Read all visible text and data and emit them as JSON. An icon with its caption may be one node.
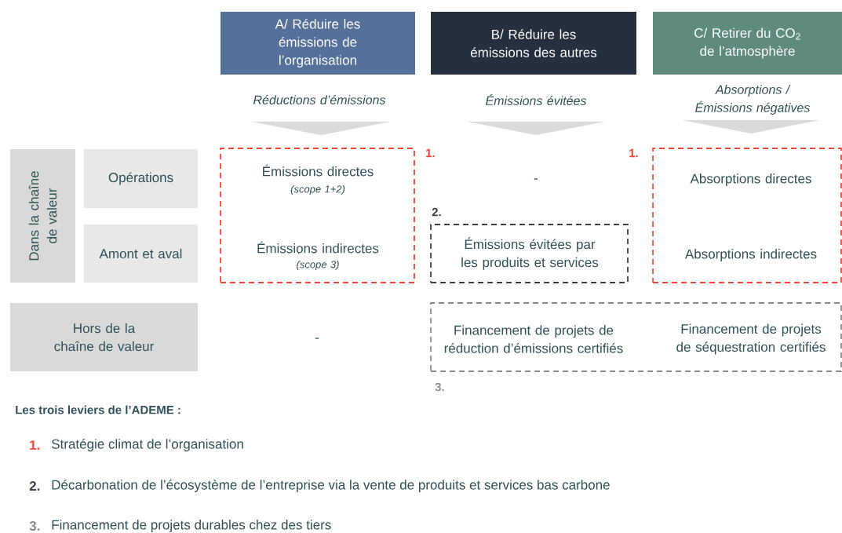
{
  "diagram": {
    "nodes": [
      {
        "text": [
          "A/ Réduire les émissions de l’organisation"
        ]
      },
      {
        "text": [
          "B/ Réduire les émissions des autres"
        ]
      },
      {
        "text": [
          "C/ Retirer du CO$_{2}$ de l’atmosphère"
        ]
      },
      {
        "text": [
          "Dans la chaîne de valeur"
        ]
      },
      {
        "text": [
          "Opérations"
        ]
      },
      {
        "text": [
          "Amont et aval"
        ]
      },
      {
        "text": [
          "Hors de la chaîne de valeur"
        ]
      },
      {
        "text": [
          "Émissions directes",
          "(scope 1+2)",
          "Émissions indirectes",
          "(scope 3)"
        ]
      },
      {
        "text": [
          "-"
        ]
      },
      {
        "text": [
          "Émissions évitées par les produits et services"
        ]
      },
      {
        "text": [
          "Absorptions directes",
          "Absorptions indirectes"
        ]
      },
      {
        "text": [
          "Financement de projets de réduction d’émissions certifiés",
          "Financement de projets de séquestration certifiés"
        ]
      }
    ],
    "edges": [
      {
        "from": 0,
        "to": 7,
        "arrow": "to",
        "label": "Réductions d’émissions"
      },
      {
        "from": 1,
        "to": 8,
        "arrow": "to",
        "label": "Émissions évitées"
      },
      {
        "from": 2,
        "to": 10,
        "arrow": "to",
        "label": "Absorptions / Émissions négatives"
      }
    ],
    "labels": [
      "1.",
      "1.",
      "2.",
      "-",
      "3.",
      "Les trois leviers de l’ADEME :",
      "1.",
      "Stratégie climat de l’organisation",
      "2.",
      "Décarbonation de l’écosystème de l’entreprise via la vente de produits et services bas carbone",
      "3.",
      "Financement de projets durables chez des tiers"
    ]
  }
}
